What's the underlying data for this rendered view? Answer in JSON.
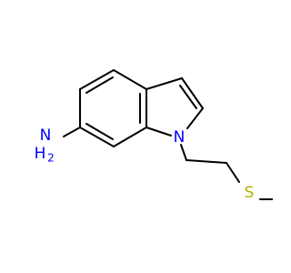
{
  "molecule": {
    "atoms": {
      "nitrogen_ring": "N",
      "amine_n": "N",
      "amine_h2": "H",
      "amine_h2_sub": "2",
      "sulfur": "S"
    },
    "colors": {
      "nitrogen": "#0000ff",
      "sulfur": "#b2b200",
      "bond": "#000000",
      "background": "#ffffff"
    }
  }
}
